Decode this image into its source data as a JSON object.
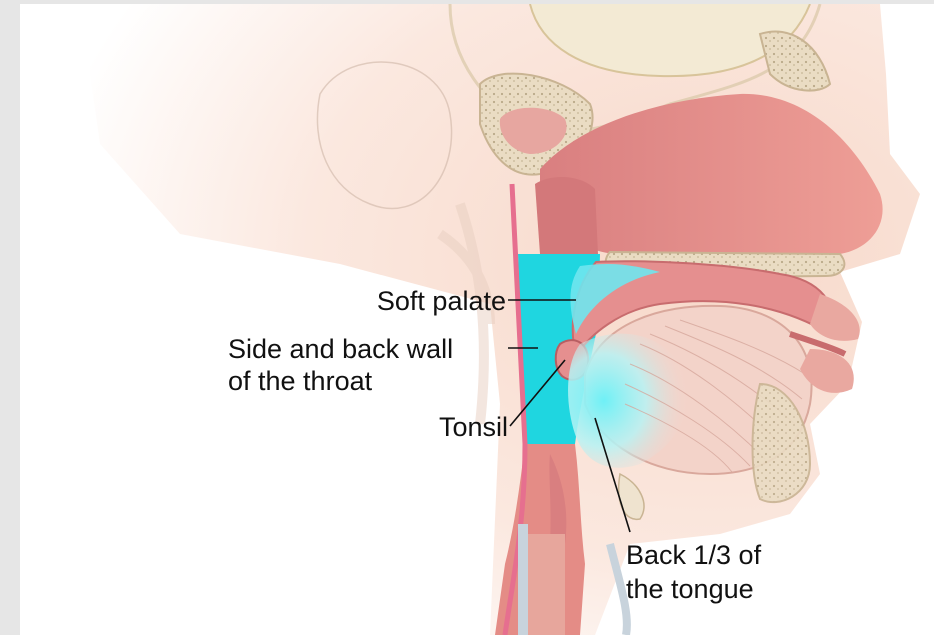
{
  "labels": {
    "soft_palate": "Soft palate",
    "side_back_wall_line1": "Side and back wall",
    "side_back_wall_line2": "of the throat",
    "tonsil": "Tonsil",
    "back_tongue_line1": "Back 1/3 of",
    "back_tongue_line2": "the tongue"
  },
  "colors": {
    "frame": "#e6e6e6",
    "skin": "#f6d9cc",
    "tissue": "#e58f8f",
    "tissue_dark": "#c86c6e",
    "bone": "#efe3cf",
    "highlight": "#1fd6e0",
    "label": "#111111"
  }
}
